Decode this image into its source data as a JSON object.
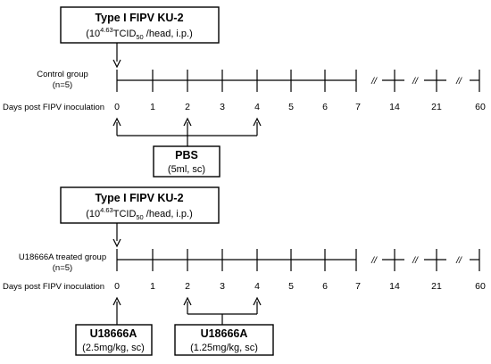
{
  "panels": [
    {
      "inoculum": {
        "line1": "Type I FIPV KU-2",
        "line2_prefix": "(10",
        "line2_exp": "4.63",
        "line2_mid": "TCID",
        "line2_sub": "50",
        "line2_suffix": " /head, i.p.)"
      },
      "group_label": "Control group",
      "group_n": "(n=5)",
      "axis_label": "Days post  FIPV inoculation",
      "days": [
        "0",
        "1",
        "2",
        "3",
        "4",
        "5",
        "6",
        "7",
        "14",
        "21",
        "60"
      ],
      "break_marker": "//",
      "treatments": [
        {
          "line1": "PBS",
          "line2": "(5ml, sc)",
          "days": [
            "0",
            "2",
            "4"
          ]
        }
      ]
    },
    {
      "inoculum": {
        "line1": "Type I FIPV KU-2",
        "line2_prefix": "(10",
        "line2_exp": "4.63",
        "line2_mid": "TCID",
        "line2_sub": "50",
        "line2_suffix": " /head, i.p.)"
      },
      "group_label": "U18666A treated group",
      "group_n": "(n=5)",
      "axis_label": "Days post  FIPV inoculation",
      "days": [
        "0",
        "1",
        "2",
        "3",
        "4",
        "5",
        "6",
        "7",
        "14",
        "21",
        "60"
      ],
      "break_marker": "//",
      "treatments": [
        {
          "line1": "U18666A",
          "line2": "(2.5mg/kg, sc)",
          "days": [
            "0"
          ]
        },
        {
          "line1": "U18666A",
          "line2": "(1.25mg/kg, sc)",
          "days": [
            "2",
            "4"
          ]
        }
      ]
    }
  ]
}
